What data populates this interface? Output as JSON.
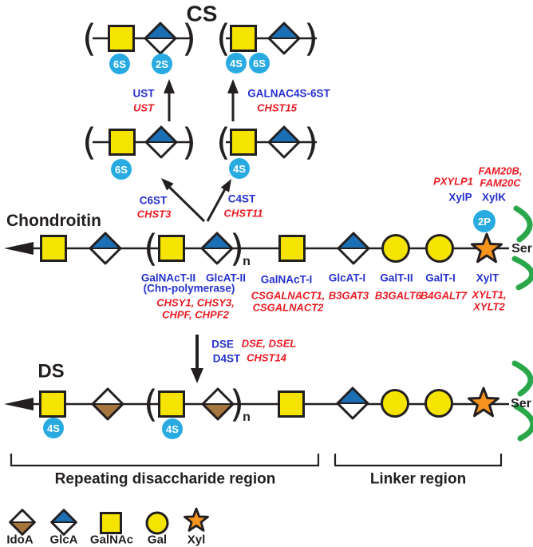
{
  "titles": {
    "cs": "CS",
    "ds": "DS",
    "chondroitin": "Chondroitin"
  },
  "ser_label": "Ser",
  "symbols": {
    "open_bracket": "(",
    "close_bracket": ")",
    "n": "n"
  },
  "phospho_badge": "2P",
  "cs_units": {
    "product_left": {
      "badges": [
        "6S",
        "2S"
      ]
    },
    "product_right": {
      "badges": [
        "4S",
        "6S"
      ]
    },
    "precursor_left": {
      "badges": [
        "6S"
      ]
    },
    "precursor_right": {
      "badges": [
        "4S"
      ]
    }
  },
  "ds_badges": [
    "4S",
    "4S"
  ],
  "enzymes": {
    "ust": {
      "name": "UST",
      "genes": "UST"
    },
    "galnac4s_6st": {
      "name": "GALNAC4S-6ST",
      "genes": "CHST15"
    },
    "c6st": {
      "name": "C6ST",
      "genes": "CHST3"
    },
    "c4st": {
      "name": "C4ST",
      "genes": "CHST11"
    },
    "xylp": {
      "name": "XylP",
      "genes": "PXYLP1"
    },
    "xylk": {
      "name": "XylK",
      "genes": "FAM20B,\nFAM20C"
    },
    "polymerase": {
      "name": "GalNAcT-II",
      "name2": "GlcAT-II",
      "sub": "(Chn-polymerase)",
      "genes": "CHSY1, CHSY3,\nCHPF, CHPF2"
    },
    "galnact1": {
      "name": "GalNAcT-I",
      "genes": "CSGALNACT1,\nCSGALNACT2"
    },
    "glcat1": {
      "name": "GlcAT-I",
      "genes": "B3GAT3"
    },
    "galt2": {
      "name": "GalT-II",
      "genes": "B3GALT6"
    },
    "galt1": {
      "name": "GalT-I",
      "genes": "B4GALT7"
    },
    "xylt": {
      "name": "XylT",
      "genes": "XYLT1,\nXYLT2"
    },
    "dse": {
      "name": "DSE",
      "genes": "DSE, DSEL"
    },
    "d4st": {
      "name": "D4ST",
      "genes": "CHST14"
    }
  },
  "regions": {
    "repeating": "Repeating disaccharide region",
    "linker": "Linker region"
  },
  "legend": [
    {
      "label": "IdoA"
    },
    {
      "label": "GlcA"
    },
    {
      "label": "GalNAc"
    },
    {
      "label": "Gal"
    },
    {
      "label": "Xyl"
    }
  ],
  "chains": {
    "chondroitin_sequence": [
      "GalNAc",
      "GlcA",
      "[GalNAc-GlcA]n",
      "GalNAc",
      "GlcA",
      "Gal",
      "Gal",
      "Xyl(2P)",
      "Ser"
    ],
    "ds_sequence": [
      "GalNAc(4S)",
      "IdoA",
      "[GalNAc(4S)-IdoA]n",
      "GalNAc",
      "GlcA",
      "Gal",
      "Gal",
      "Xyl",
      "Ser"
    ]
  },
  "colors": {
    "galnac_yellow": "#F5E400",
    "glca_blue": "#1B6FB5",
    "idoa_brown": "#A6763F",
    "xyl_orange": "#F7941D",
    "sulfation_cyan": "#29ABE2",
    "core_protein_green": "#2AA74A",
    "enzyme_blue": "#2531CE",
    "gene_red": "#EC1B24",
    "outline": "#231F20"
  }
}
